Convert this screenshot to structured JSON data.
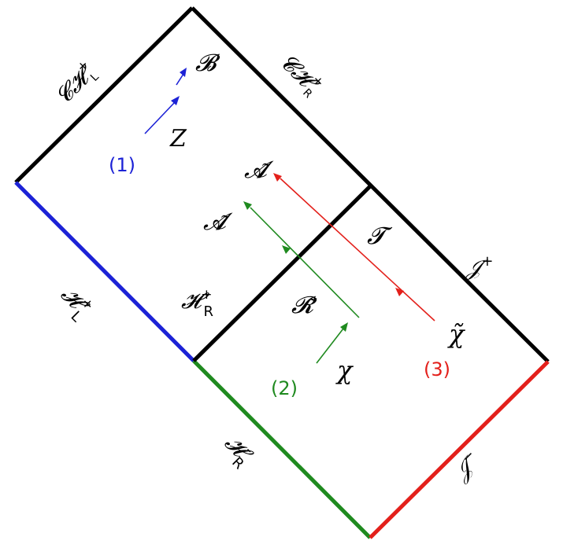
{
  "colors": {
    "black": "#000000",
    "blue": "#1c22d6",
    "green": "#1f8a1f",
    "red": "#e3201b"
  },
  "labels": {
    "ch_left": "𝓒𝓗",
    "ch_left_sup": "+",
    "ch_left_sub": "L",
    "ch_right": "𝓒𝓗",
    "ch_right_sup": "+",
    "ch_right_sub": "R",
    "h_left": "𝓗",
    "h_left_sup": "+",
    "h_left_sub": "L",
    "h_right": "𝓗",
    "h_right_sup": "+",
    "h_right_sub": "R",
    "h_right_minus": "𝓗",
    "h_right_minus_sup": "-",
    "h_right_minus_sub": "R",
    "scri_plus": "𝒥",
    "scri_plus_sup": "+",
    "scri_minus": "𝒥",
    "scri_minus_sup": "−",
    "B": "𝓑",
    "Z": "Z",
    "A_tilde_top": "𝓐̃",
    "A_tilde_mid": "𝓐̃",
    "T": "𝓣",
    "R_tilde": "𝓡̃",
    "chi": "χ",
    "chi_tilde": "χ̃"
  },
  "legend": {
    "one": "(1)",
    "two": "(2)",
    "three": "(3)"
  }
}
